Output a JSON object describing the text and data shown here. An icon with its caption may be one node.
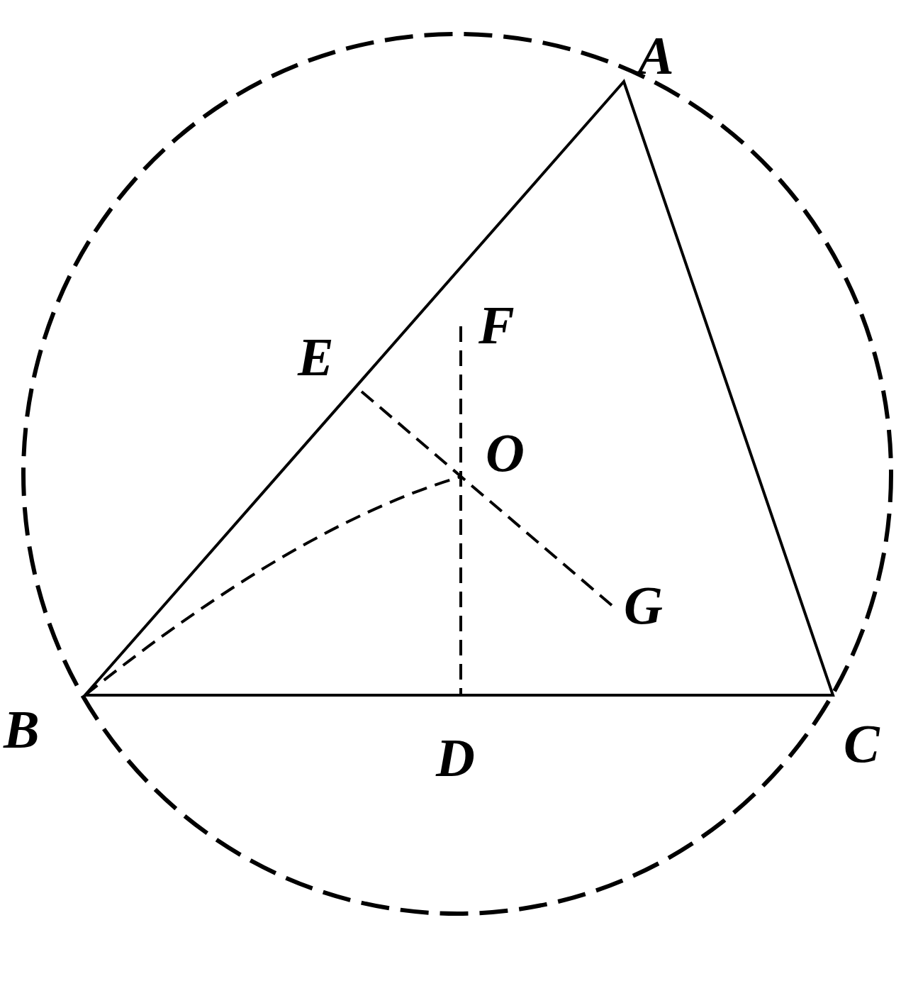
{
  "diagram": {
    "labels": [
      "A",
      "F",
      "E",
      "O",
      "G",
      "B",
      "D",
      "C"
    ]
  }
}
